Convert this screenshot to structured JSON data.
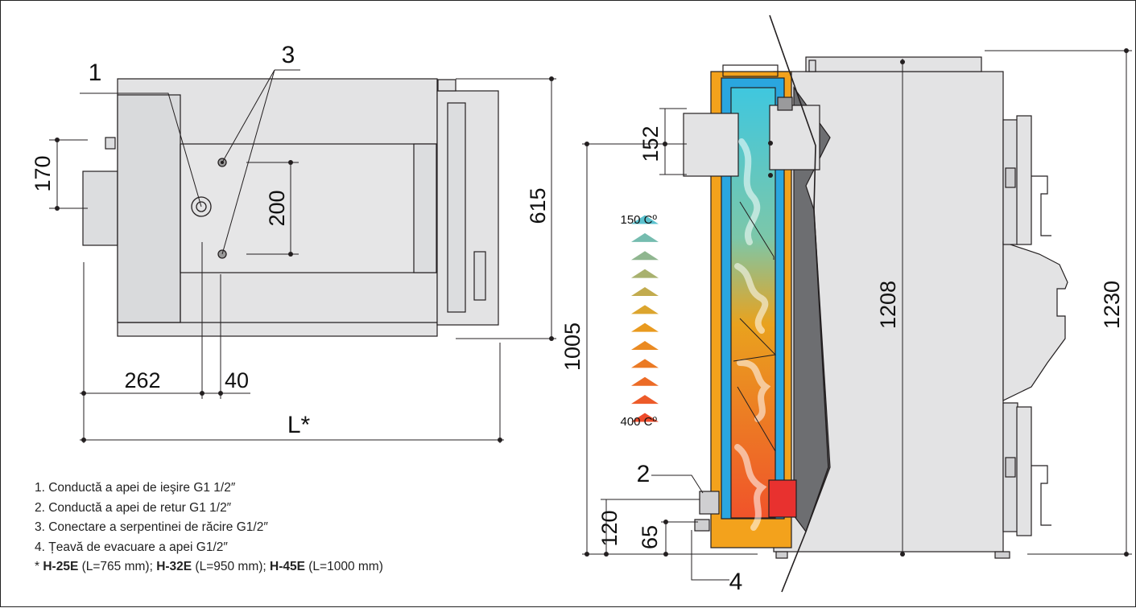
{
  "colors": {
    "boiler_body": "#e3e3e4",
    "boiler_shade": "#d2d3d5",
    "insulation": "#f3a21c",
    "water_jacket": "#2aa6df",
    "flue_gradient_top": "#3fc7df",
    "flue_gradient_mid": "#e9a21e",
    "flue_gradient_bottom": "#f0532a",
    "heat_exchanger": "#6d6e71",
    "burner": "#e8312f",
    "triangle_hot": "#ee4b2b",
    "triangle_cool": "#5bc2cf"
  },
  "top_view": {
    "dim_height": "615",
    "dim_170": "170",
    "dim_200": "200",
    "dim_262": "262",
    "dim_40": "40",
    "dim_length": "L*",
    "callout_1": "1",
    "callout_3": "3"
  },
  "side_view": {
    "dim_152": "152",
    "dim_1005": "1005",
    "dim_120": "120",
    "dim_65": "65",
    "dim_1208": "1208",
    "dim_1230": "1230",
    "callout_2": "2",
    "callout_4": "4",
    "temp_top": "150 Cº",
    "temp_bottom": "400 Cº",
    "temperature_arrows": 12
  },
  "legend": {
    "item1": "1. Conductă a apei de ieşire G1 1/2″",
    "item2": "2. Conductă a apei de retur G1 1/2″",
    "item3": "3. Conectare a serpentinei de răcire G1/2″",
    "item4": "4. Țeavă de evacuare a apei G1/2″",
    "models": [
      {
        "prefix": "* ",
        "model": "H-25E",
        "spec": " (L=765 mm); "
      },
      {
        "prefix": "",
        "model": "H-32E",
        "spec": " (L=950 mm); "
      },
      {
        "prefix": "",
        "model": "H-45E",
        "spec": " (L=1000 mm)"
      }
    ]
  }
}
